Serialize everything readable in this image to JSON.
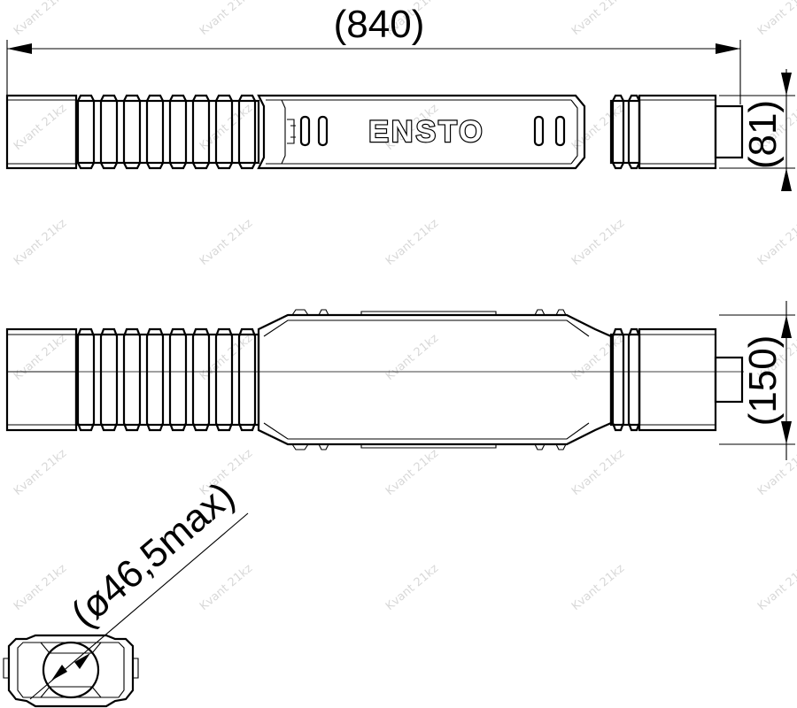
{
  "dimensions": {
    "length": "(840)",
    "height": "(81)",
    "width": "(150)",
    "diameter": "(ø46,5max)"
  },
  "logo": {
    "text": "ENSTO"
  },
  "watermark": {
    "text": "Kvant 21kz"
  }
}
